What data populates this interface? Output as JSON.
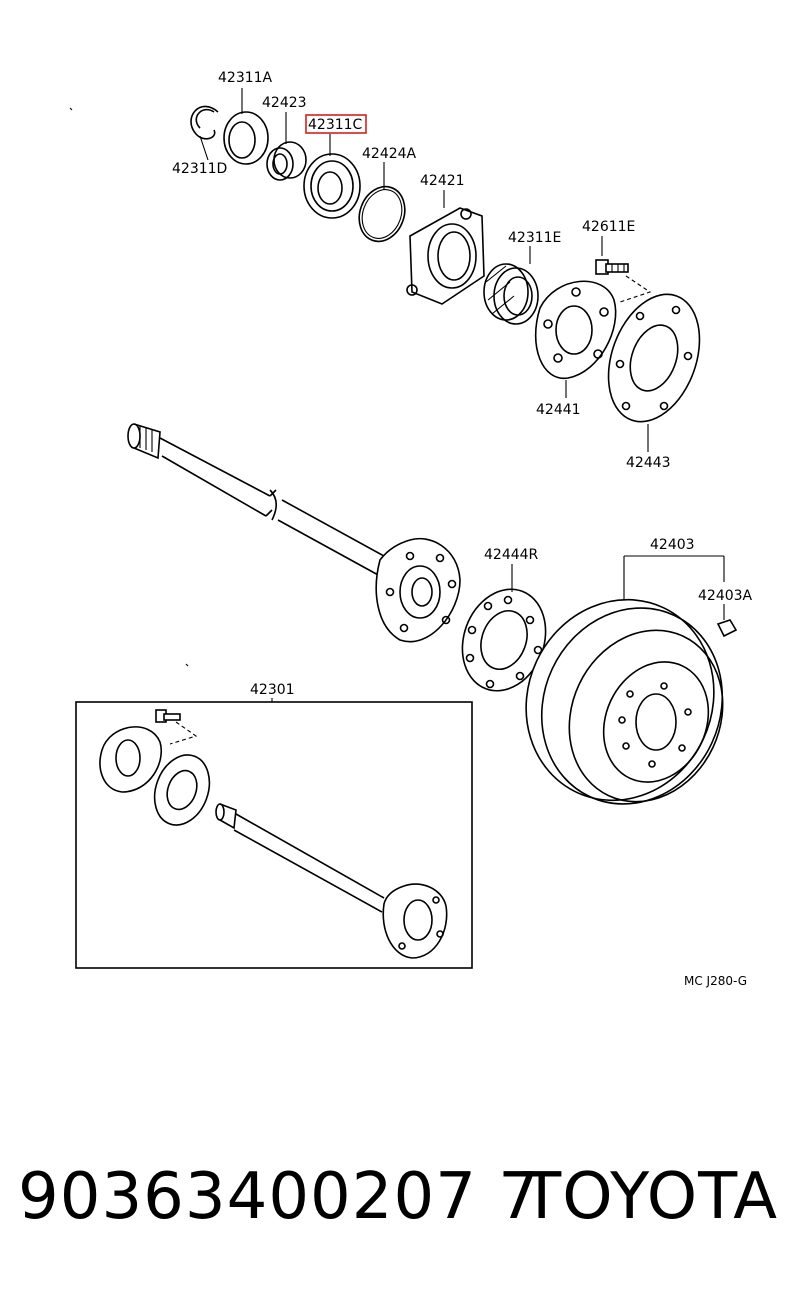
{
  "diagram": {
    "labels": {
      "p42311A": "42311A",
      "p42423": "42423",
      "p42311C": "42311C",
      "p42424A": "42424A",
      "p42311D": "42311D",
      "p42421": "42421",
      "p42311E": "42311E",
      "p42611E": "42611E",
      "p42441": "42441",
      "p42443": "42443",
      "p42444R": "42444R",
      "p42403": "42403",
      "p42403A": "42403A",
      "p42301": "42301"
    },
    "drawing_code": "MC  J280-G",
    "highlight_color": "#d42020"
  },
  "footer": {
    "part_number": "90363400207 7",
    "brand": "TOYOTA"
  }
}
